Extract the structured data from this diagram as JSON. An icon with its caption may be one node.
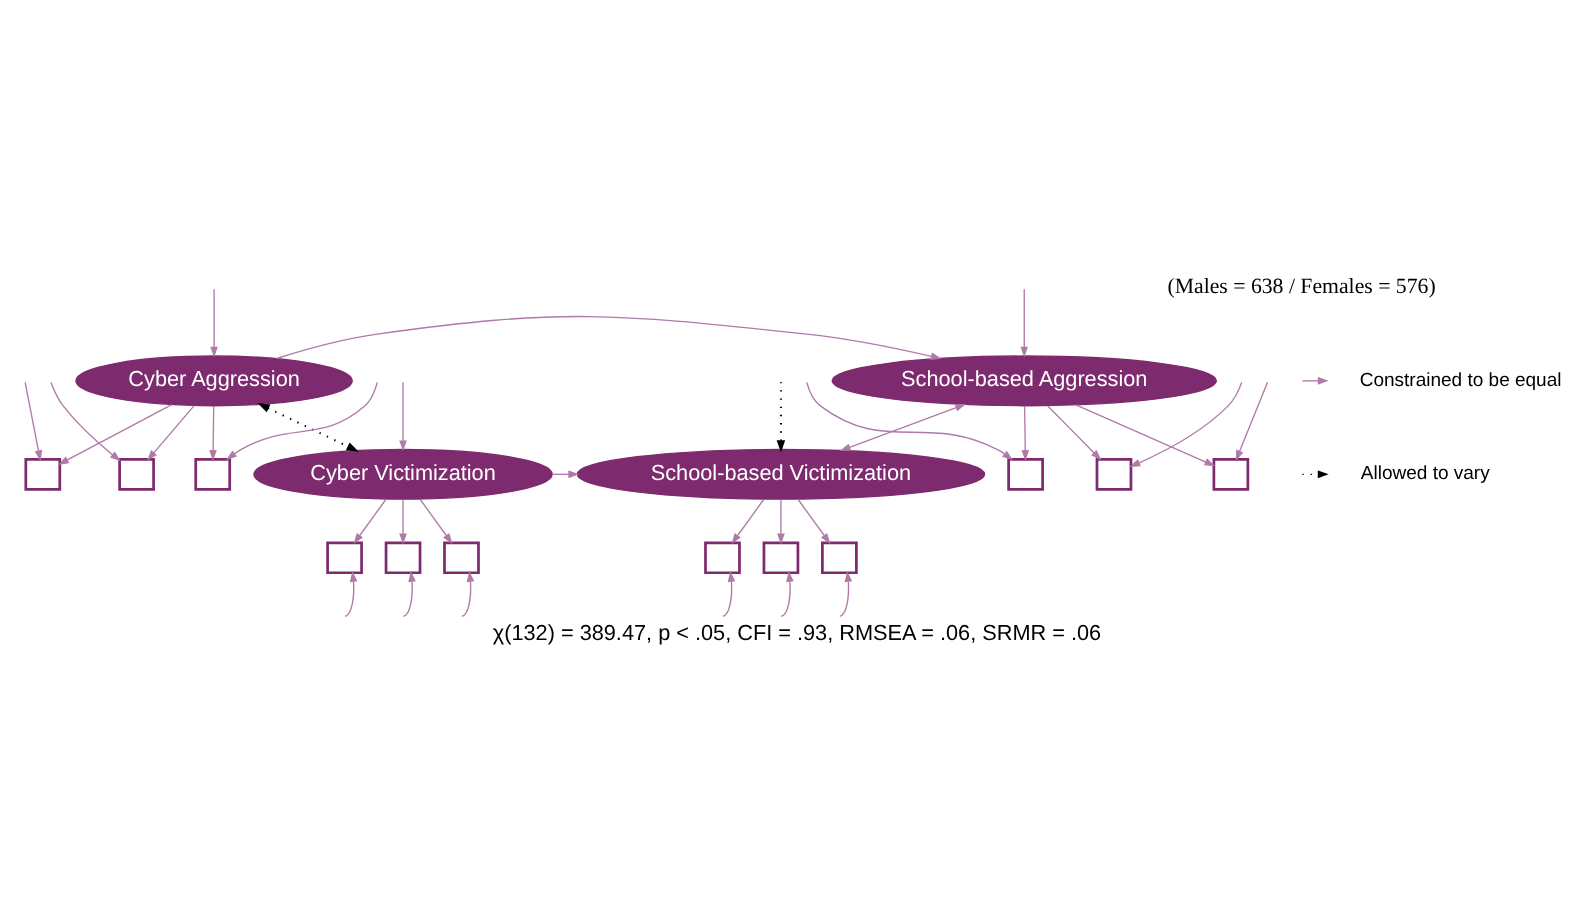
{
  "diagram": {
    "caption": "χ(132) = 389.47, p < .05, CFI = .93, RMSEA = .06, SRMR = .06",
    "nodes": [
      {
        "text": [],
        "shape": "box"
      },
      {
        "text": [],
        "shape": "box"
      },
      {
        "text": [],
        "shape": "box"
      },
      {
        "text": [
          "Cyber Aggression"
        ]
      },
      {
        "text": [],
        "shape": "box"
      },
      {
        "text": [],
        "shape": "box"
      },
      {
        "text": [],
        "shape": "box"
      },
      {
        "text": [
          "School-based Aggression"
        ]
      },
      {
        "text": [
          "Cyber Victimization"
        ]
      },
      {
        "text": [],
        "shape": "box"
      },
      {
        "text": [],
        "shape": "box"
      },
      {
        "text": [],
        "shape": "box"
      },
      {
        "text": [
          "School-based Victimization"
        ]
      },
      {
        "text": [],
        "shape": "box"
      },
      {
        "text": [],
        "shape": "box"
      },
      {
        "text": [],
        "shape": "box"
      }
    ],
    "edges": [
      {
        "from": null,
        "to": 0,
        "arrow": "to"
      },
      {
        "from": null,
        "to": 1,
        "arrow": "to"
      },
      {
        "from": null,
        "to": 2,
        "arrow": "to"
      },
      {
        "from": 3,
        "to": 0,
        "arrow": "to"
      },
      {
        "from": 3,
        "to": 1,
        "arrow": "to"
      },
      {
        "from": 3,
        "to": 2,
        "arrow": "to"
      },
      {
        "from": null,
        "to": 4,
        "arrow": "to"
      },
      {
        "from": null,
        "to": 5,
        "arrow": "to"
      },
      {
        "from": null,
        "to": 6,
        "arrow": "to"
      },
      {
        "from": 7,
        "to": 4,
        "arrow": "to"
      },
      {
        "from": 7,
        "to": 5,
        "arrow": "to"
      },
      {
        "from": 7,
        "to": 6,
        "arrow": "to"
      },
      {
        "from": 3,
        "to": 7,
        "arrow": "to"
      },
      {
        "from": null,
        "to": 3,
        "arrow": "to"
      },
      {
        "from": null,
        "to": 7,
        "arrow": "to"
      },
      {
        "from": 3,
        "to": 8,
        "arrow": "both",
        "style": "dashed",
        "color": "#000000"
      },
      {
        "from": 7,
        "to": 12,
        "arrow": "both"
      },
      {
        "from": null,
        "to": 8,
        "arrow": "to"
      },
      {
        "from": null,
        "to": 12,
        "arrow": "to",
        "style": "dashed",
        "color": "#000000"
      },
      {
        "from": 8,
        "to": 12,
        "arrow": "to"
      },
      {
        "from": 8,
        "to": 9,
        "arrow": "to"
      },
      {
        "from": 8,
        "to": 10,
        "arrow": "to"
      },
      {
        "from": 8,
        "to": 11,
        "arrow": "to"
      },
      {
        "from": null,
        "to": 9,
        "arrow": "to"
      },
      {
        "from": null,
        "to": 10,
        "arrow": "to"
      },
      {
        "from": null,
        "to": 11,
        "arrow": "to"
      },
      {
        "from": 12,
        "to": 13,
        "arrow": "to"
      },
      {
        "from": 12,
        "to": 14,
        "arrow": "to"
      },
      {
        "from": 12,
        "to": 15,
        "arrow": "to"
      },
      {
        "from": null,
        "to": 13,
        "arrow": "to"
      },
      {
        "from": null,
        "to": 14,
        "arrow": "to"
      },
      {
        "from": null,
        "to": 15,
        "arrow": "to"
      }
    ],
    "labels": [
      "(Males = 638 / Females = 576)"
    ],
    "legend": [
      {
        "text": "Constrained to be equal"
      },
      {
        "text": "Allowed to vary"
      }
    ]
  }
}
